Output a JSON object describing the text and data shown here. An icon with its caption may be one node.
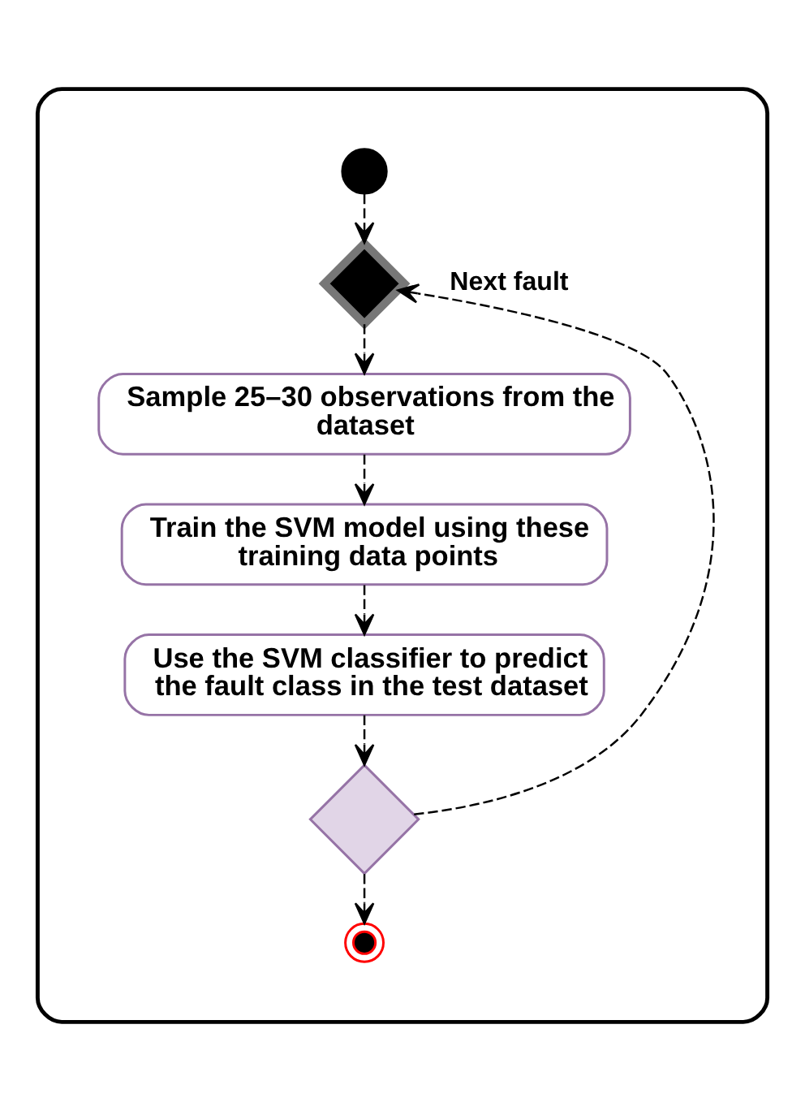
{
  "diagram": {
    "nodes": [
      {
        "text": [],
        "shape": "box"
      },
      {
        "text": [],
        "shape": "circle",
        "in": 0
      },
      {
        "text": [],
        "shape": "diamond",
        "in": 0
      },
      {
        "text": [
          "Sample 25–30 observations from the dataset"
        ],
        "in": 0
      },
      {
        "text": [
          "Train the SVM model using these training data points"
        ],
        "in": 0
      },
      {
        "text": [
          "Use the SVM classifier to predict the fault class in the test dataset"
        ],
        "in": 0
      },
      {
        "text": [],
        "shape": "diamond",
        "in": 0
      },
      {
        "text": [],
        "shape": "circle",
        "in": 0
      }
    ],
    "edges": [
      {
        "from": 1,
        "to": 2,
        "arrow": "to",
        "style": "dashed"
      },
      {
        "from": 2,
        "to": 3,
        "arrow": "to",
        "style": "dashed"
      },
      {
        "from": 3,
        "to": 4,
        "arrow": "to",
        "style": "dashed"
      },
      {
        "from": 4,
        "to": 5,
        "arrow": "to",
        "style": "dashed"
      },
      {
        "from": 5,
        "to": 6,
        "arrow": "to",
        "style": "dashed"
      },
      {
        "from": 6,
        "to": 2,
        "arrow": "to",
        "style": "dashed",
        "label": "Next fault"
      },
      {
        "from": 6,
        "to": 7,
        "arrow": "to",
        "style": "dashed"
      }
    ]
  }
}
